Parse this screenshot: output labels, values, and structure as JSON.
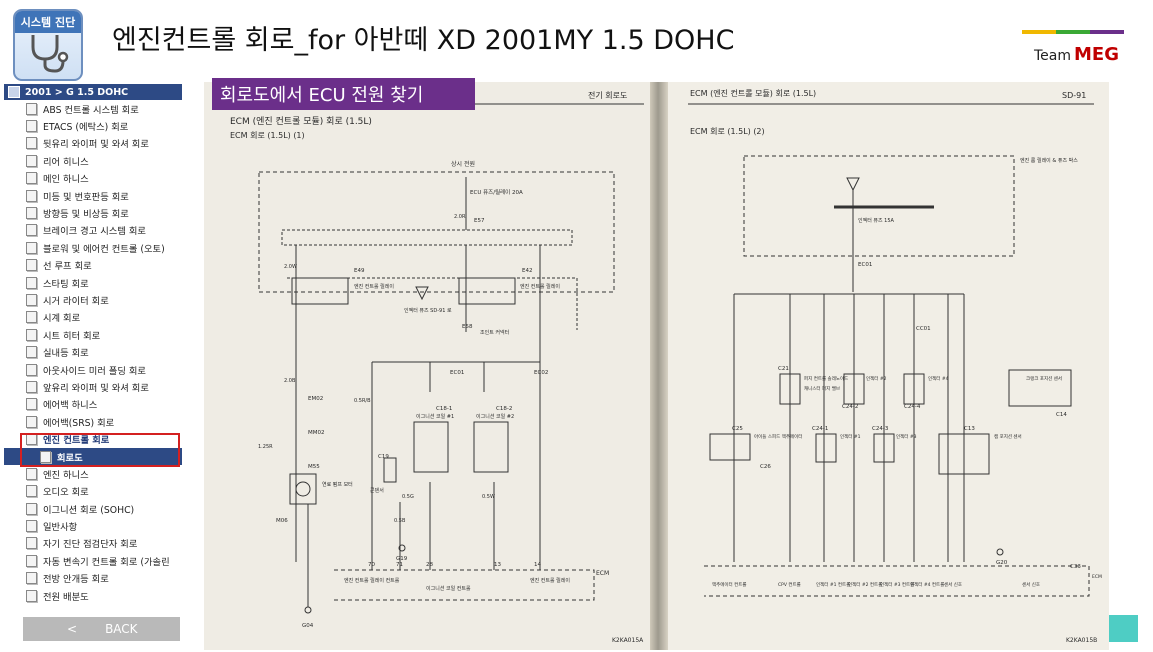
{
  "app": {
    "logo_label": "시스템 진단",
    "logo_icon": "stethoscope-icon"
  },
  "header": {
    "title": "엔진컨트롤 회로_for 아반떼 XD 2001MY 1.5 DOHC",
    "team_prefix": "Team",
    "team_name": "MEG",
    "brand_colors": [
      "#f0b800",
      "#3aa935",
      "#6b2f8a"
    ]
  },
  "callout": {
    "text": "회로도에서 ECU 전원 찾기"
  },
  "tree": {
    "root": "2001 > G 1.5 DOHC",
    "items": [
      "ABS 컨트롤 시스템 회로",
      "ETACS (에탁스) 회로",
      "뒷유리 와이퍼 및 와셔 회로",
      "리어 히니스",
      "메인 하니스",
      "미등 및 번호판등 회로",
      "방향등 및 비상등 회로",
      "브레이크 경고 시스템 회로",
      "블로워 및 에어컨 컨트롤 (오토)",
      "선 루프 회로",
      "스타팅 회로",
      "시거 라이터 회로",
      "시계 회로",
      "시트 히터 회로",
      "실내등 회로",
      "아웃사이드 미러 폴딩 회로",
      "앞유리 와이퍼 및 와셔 회로",
      "에어백 하니스",
      "에어백(SRS) 회로",
      "엔진 컨트롤 회로"
    ],
    "selected_child": "회로도",
    "items_after": [
      "엔진 하니스",
      "오디오 회로",
      "이그니션 회로 (SOHC)",
      "일반사항",
      "자기 진단 점검단자 회로",
      "자동 변속기 컨트롤 회로 (가솔린",
      "전방 안개등 회로",
      "전원 배분도"
    ]
  },
  "back_button": {
    "chevron": "<",
    "label": "BACK"
  },
  "diagram": {
    "left_page": {
      "header": "전기 회로도",
      "title": "ECM (엔진 컨트롤 모듈) 회로 (1.5L)",
      "subtitle": "ECM 회로 (1.5L) (1)",
      "always_on": "상시 전원",
      "fuse": "ECU 퓨즈/릴레이 20A",
      "connectors": [
        "E57",
        "E49",
        "E42",
        "E58",
        "EC01",
        "EC02",
        "EM02",
        "MM02",
        "M55",
        "M06",
        "C19",
        "C18-1",
        "C18-2",
        "G19",
        "G04"
      ],
      "code": "K2KA015A",
      "labels": {
        "relay_left": "엔진 컨트롤 릴레이",
        "relay_right": "엔진 컨트롤 릴레이",
        "ignition_fuse": "인젝터 퓨즈 SD-91 로",
        "joint_connector": "조인트 커넥터",
        "fuel_pump": "연료 펌프 모터",
        "condenser": "콘덴서",
        "coil1": "이그니션 코일 #1",
        "coil2": "이그니션 코일 #2",
        "bottom_left": "엔진 컨트롤 릴레이 컨트롤",
        "bottom_mid": "이그니션 코일 컨트롤",
        "bottom_right": "엔진 컨트롤 릴레이",
        "ecm": "ECM"
      },
      "wire_labels": [
        "2.0R",
        "2.0W",
        "2.0B",
        "0.5R/B",
        "0.5G",
        "0.5W",
        "0.5B",
        "1.25R"
      ],
      "terminal_numbers": [
        "70",
        "71",
        "28",
        "14",
        "13"
      ]
    },
    "right_page": {
      "header": "SD-91",
      "title": "ECM (엔진 컨트롤 모듈) 회로 (1.5L)",
      "subtitle": "ECM 회로 (1.5L) (2)",
      "fuse_block": "엔진 룸 릴레이 & 퓨즈 박스",
      "injector_fuse": "인젝터 퓨즈 15A",
      "connectors": [
        "EC01",
        "CC01",
        "C21",
        "C24-1",
        "C24-2",
        "C24-3",
        "C24-4",
        "C25",
        "C26",
        "C13",
        "C14",
        "G20",
        "C33"
      ],
      "labels": [
        "퍼지 컨트롤 솔레노이드",
        "인젝터 #1",
        "인젝터 #2",
        "인젝터 #3",
        "인젝터 #4",
        "캐니스터 퍼지 밸브",
        "아이들 스피드 액추에이터",
        "캠 포지션 센서",
        "크랭크 포지션 센서",
        "ECM"
      ],
      "bottom_labels": [
        "액추에이터 컨트롤",
        "CPV 컨트롤",
        "인젝터 #1 컨트롤",
        "인젝터 #2 컨트롤",
        "인젝터 #3 컨트롤",
        "인젝터 #4 컨트롤",
        "센서 신호",
        "센서 신호"
      ],
      "code": "K2KA015B"
    }
  }
}
